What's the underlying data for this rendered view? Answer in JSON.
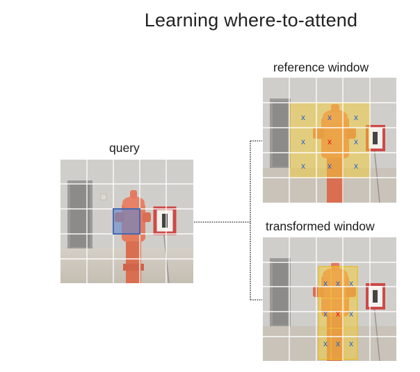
{
  "title": "Learning where-to-attend",
  "panels": {
    "query": {
      "label": "query"
    },
    "reference": {
      "label": "reference window",
      "marker": "x"
    },
    "transformed": {
      "label": "transformed window",
      "marker": "x"
    }
  },
  "colors": {
    "grid": "#ffffff",
    "query_box": "#2d55a8",
    "window_fill": "#f2c518",
    "window_stroke": "#e9b200",
    "marker": "#2a63c9",
    "center_marker": "#e01515",
    "connector": "#444444"
  },
  "icons": [
    "fire-hydrant-photo",
    "sign-photo"
  ]
}
